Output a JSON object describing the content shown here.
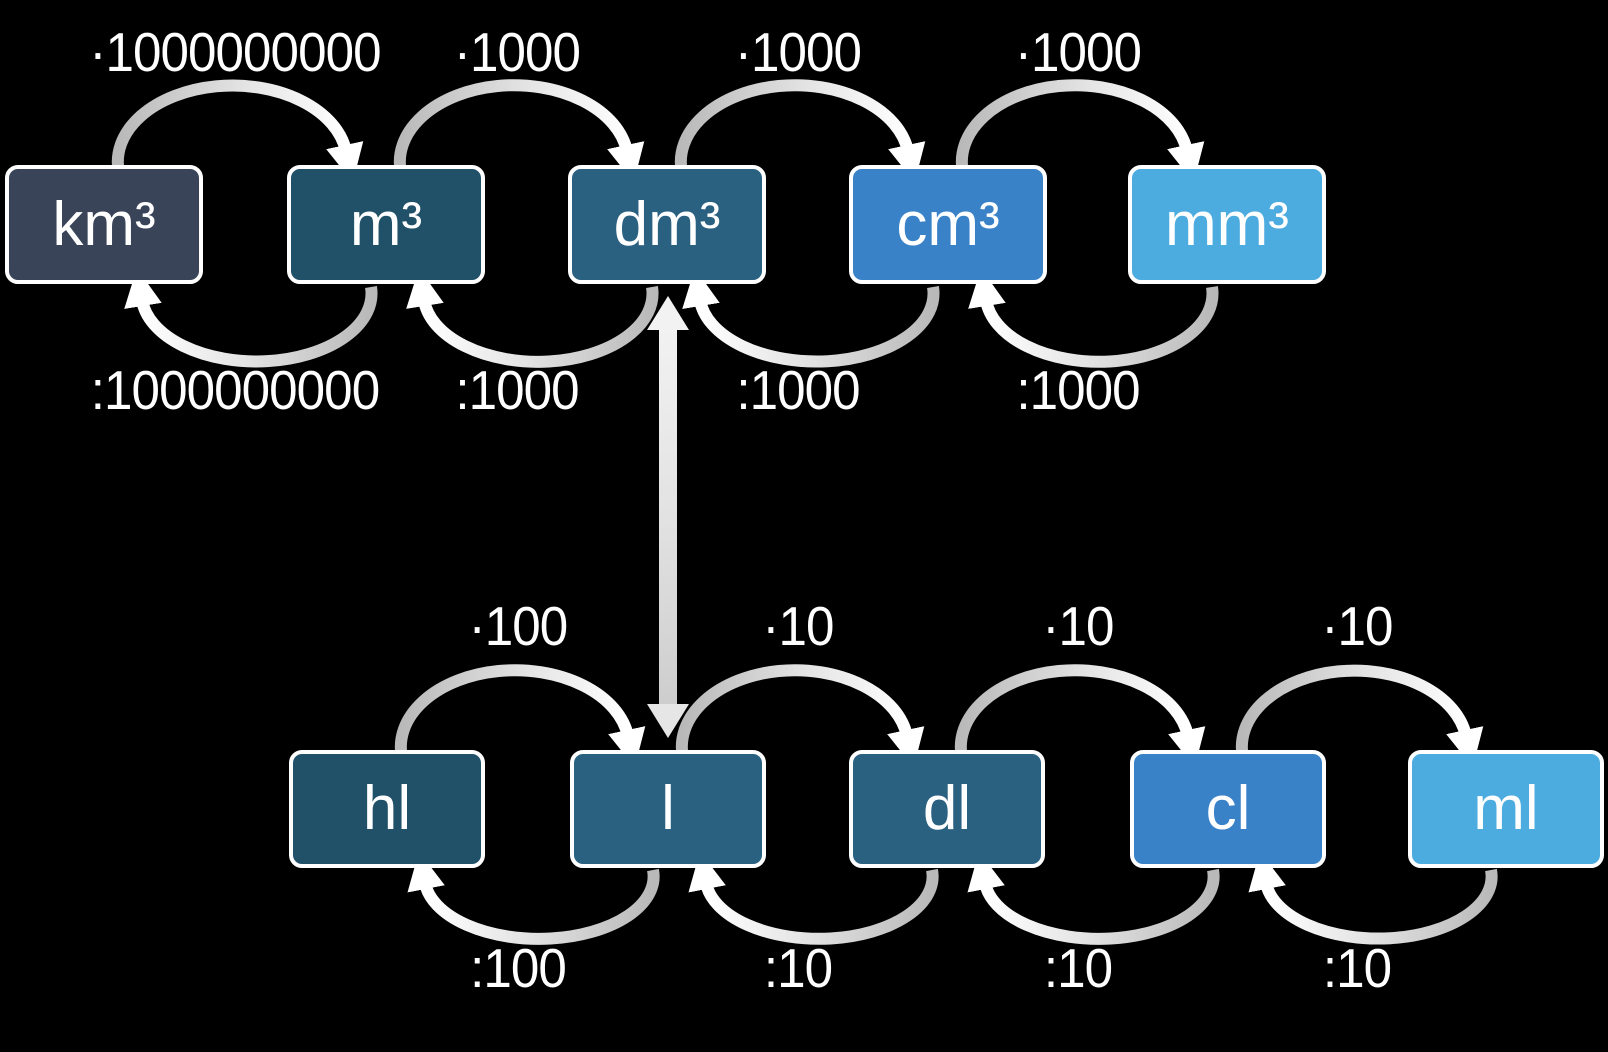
{
  "diagram_title": "unit-conversion-volume-to-capacity",
  "colors": {
    "background": "#000000",
    "arrow_gray": "#bdbdbd",
    "arrow_white": "#ffffff",
    "box_border": "#ffffff",
    "text": "#ffffff"
  },
  "cubic_row": {
    "units": [
      {
        "label": "km³",
        "color": "#3a4459"
      },
      {
        "label": "m³",
        "color": "#215069"
      },
      {
        "label": "dm³",
        "color": "#2a6080"
      },
      {
        "label": "cm³",
        "color": "#3a82c8"
      },
      {
        "label": "mm³",
        "color": "#4cabdf"
      }
    ],
    "multiply_factors": [
      "·1000000000",
      "·1000",
      "·1000",
      "·1000"
    ],
    "divide_factors": [
      ":1000000000",
      ":1000",
      ":1000",
      ":1000"
    ]
  },
  "liter_row": {
    "units": [
      {
        "label": "hl",
        "color": "#215069"
      },
      {
        "label": "l",
        "color": "#2a6080"
      },
      {
        "label": "dl",
        "color": "#2a6080"
      },
      {
        "label": "cl",
        "color": "#3a82c8"
      },
      {
        "label": "ml",
        "color": "#4cabdf"
      }
    ],
    "multiply_factors": [
      "·100",
      "·10",
      "·10",
      "·10"
    ],
    "divide_factors": [
      ":100",
      ":10",
      ":10",
      ":10"
    ]
  },
  "connector": {
    "from": "dm³",
    "to": "l"
  }
}
